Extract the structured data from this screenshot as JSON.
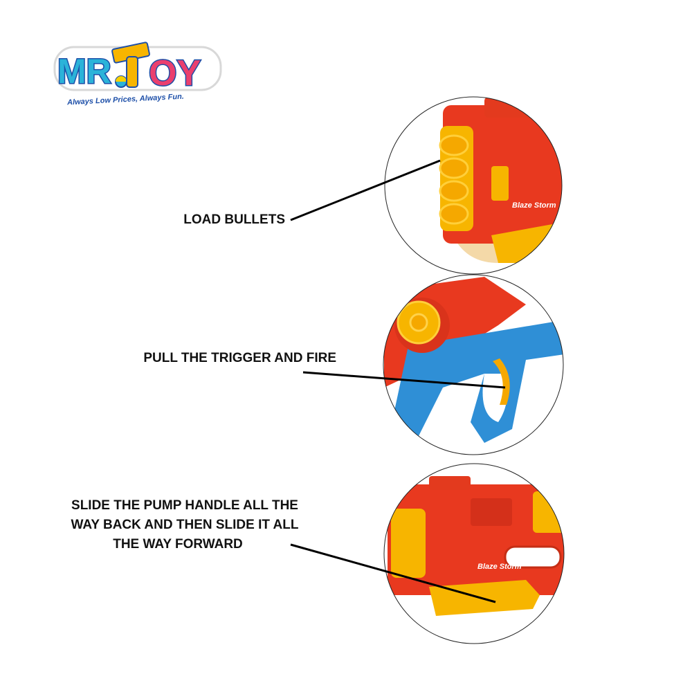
{
  "brand": {
    "logo_text": "MR.TOY",
    "tagline": "Always Low Prices, Always Fun."
  },
  "steps": [
    {
      "label": "LOAD BULLETS",
      "product_text": "Blaze Storm"
    },
    {
      "label": "PULL THE TRIGGER AND FIRE"
    },
    {
      "label_lines": [
        "SLIDE THE PUMP HANDLE ALL THE",
        "WAY BACK AND THEN SLIDE IT ALL",
        "THE WAY FORWARD"
      ],
      "product_text": "Blaze Storm"
    }
  ],
  "colors": {
    "red": "#e8391f",
    "yellow": "#f7b500",
    "blue": "#2f8fd6",
    "cyan": "#2bb3d9",
    "pink": "#ea3f6e"
  }
}
